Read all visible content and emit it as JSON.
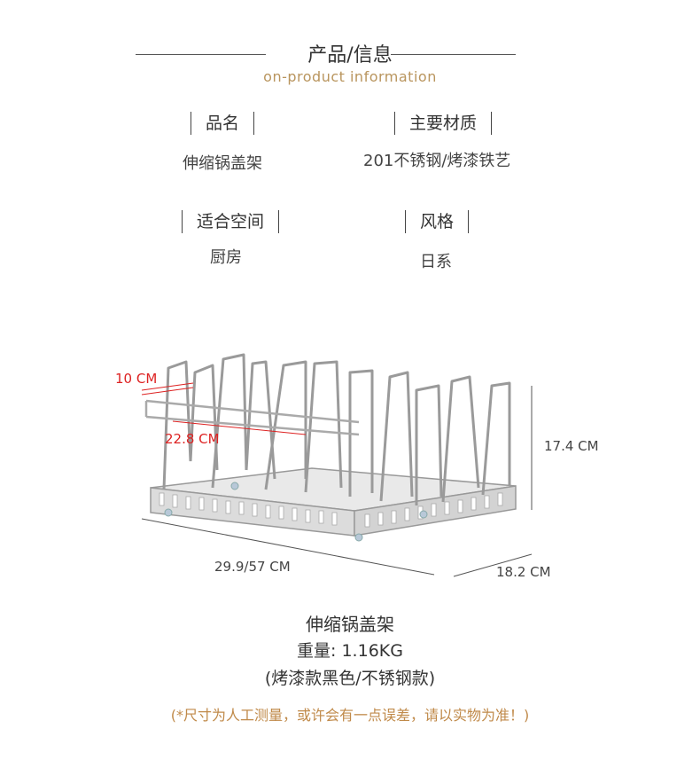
{
  "header": {
    "title": "产品/信息",
    "subtitle": "on-product information"
  },
  "specs": {
    "name_label": "品名",
    "name_value": "伸缩锅盖架",
    "material_label": "主要材质",
    "material_value": "201不锈钢/烤漆铁艺",
    "space_label": "适合空间",
    "space_value": "厨房",
    "style_label": "风格",
    "style_value": "日系"
  },
  "dimensions": {
    "slot_width": "10 CM",
    "depth": "22.8 CM",
    "height": "17.4 CM",
    "length": "29.9/57 CM",
    "width": "18.2 CM"
  },
  "caption": {
    "product_name": "伸缩锅盖架",
    "weight": "重量: 1.16KG",
    "colors": "(烤漆款黑色/不锈钢款)"
  },
  "note": "(*尺寸为人工测量，或许会有一点误差，请以实物为准！)",
  "colors": {
    "accent_gold": "#b9955e",
    "note_orange": "#c08a4a",
    "dimension_red": "#dd2222"
  }
}
